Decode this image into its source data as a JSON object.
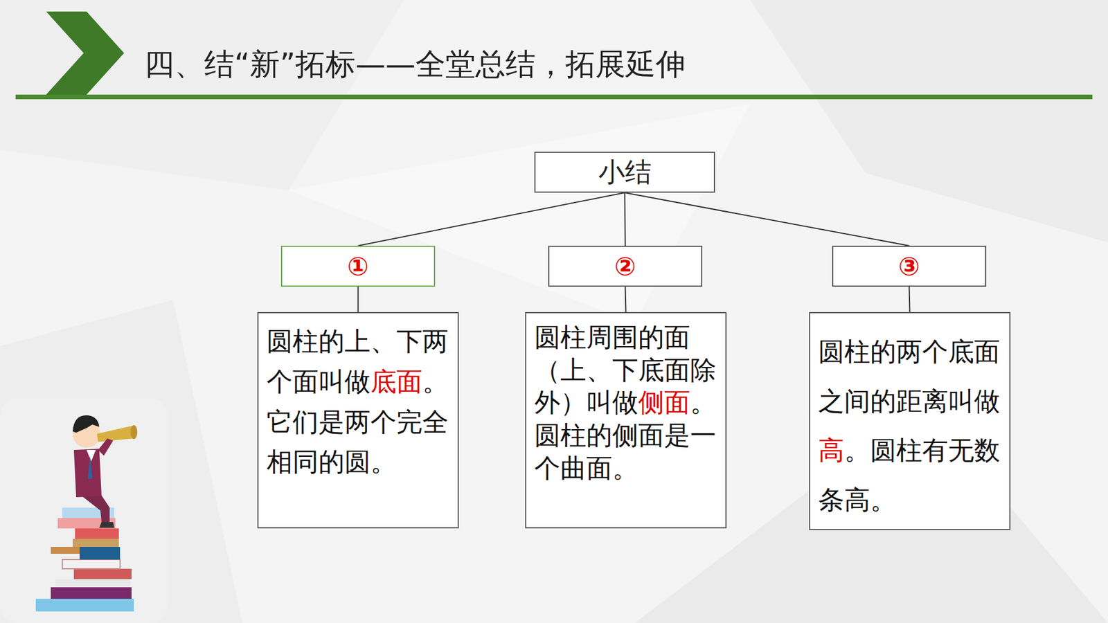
{
  "diagram": {
    "title": "四、结“新”拓标——全堂总结，拓展延伸",
    "nodes": [
      {
        "text": [
          "小结"
        ]
      },
      {
        "text": [
          "①"
        ]
      },
      {
        "text": [
          "②"
        ]
      },
      {
        "text": [
          "③"
        ]
      },
      {
        "text": [
          "圆柱的上、下两个面叫做",
          "底面",
          "。它们是两个完全相同的圆。"
        ]
      },
      {
        "text": [
          "圆柱周围的面（上、下底面除外）叫做",
          "侧面",
          "。圆柱的侧面是一个曲面。"
        ]
      },
      {
        "text": [
          "圆柱的两个底面之间的距离叫做",
          "高",
          "。圆柱有无数条高。"
        ]
      }
    ],
    "edges": [
      {
        "from": 0,
        "to": 1,
        "arrow": "none"
      },
      {
        "from": 0,
        "to": 2,
        "arrow": "none"
      },
      {
        "from": 0,
        "to": 3,
        "arrow": "none"
      },
      {
        "from": 1,
        "to": 4,
        "arrow": "none"
      },
      {
        "from": 2,
        "to": 5,
        "arrow": "none"
      },
      {
        "from": 3,
        "to": 6,
        "arrow": "none"
      }
    ]
  }
}
